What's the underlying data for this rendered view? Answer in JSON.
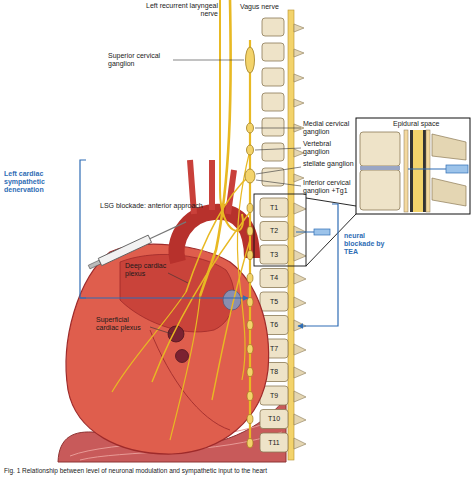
{
  "diagram": {
    "caption": "Fig. 1 Relationship between level of neuronal modulation and sympathetic input to the heart",
    "labels": [
      "Left recurrent laryngeal nerve",
      "Vagus nerve",
      "Superior cervical ganglion",
      "Medial cervical ganglion",
      "Vertebral ganglion",
      "LSG blockade: anterior approach",
      "stellate ganglion",
      "Inferior cervical ganglion +Tg1",
      "Left cardiac sympathetic denervation",
      "Deep cardiac plexus",
      "Epidural space",
      "Superficial cardiac plexus",
      "neural blockade by TEA",
      "T1",
      "T2",
      "T3",
      "T4",
      "T5",
      "T6",
      "T7",
      "T8",
      "T9",
      "T10",
      "T11"
    ]
  }
}
